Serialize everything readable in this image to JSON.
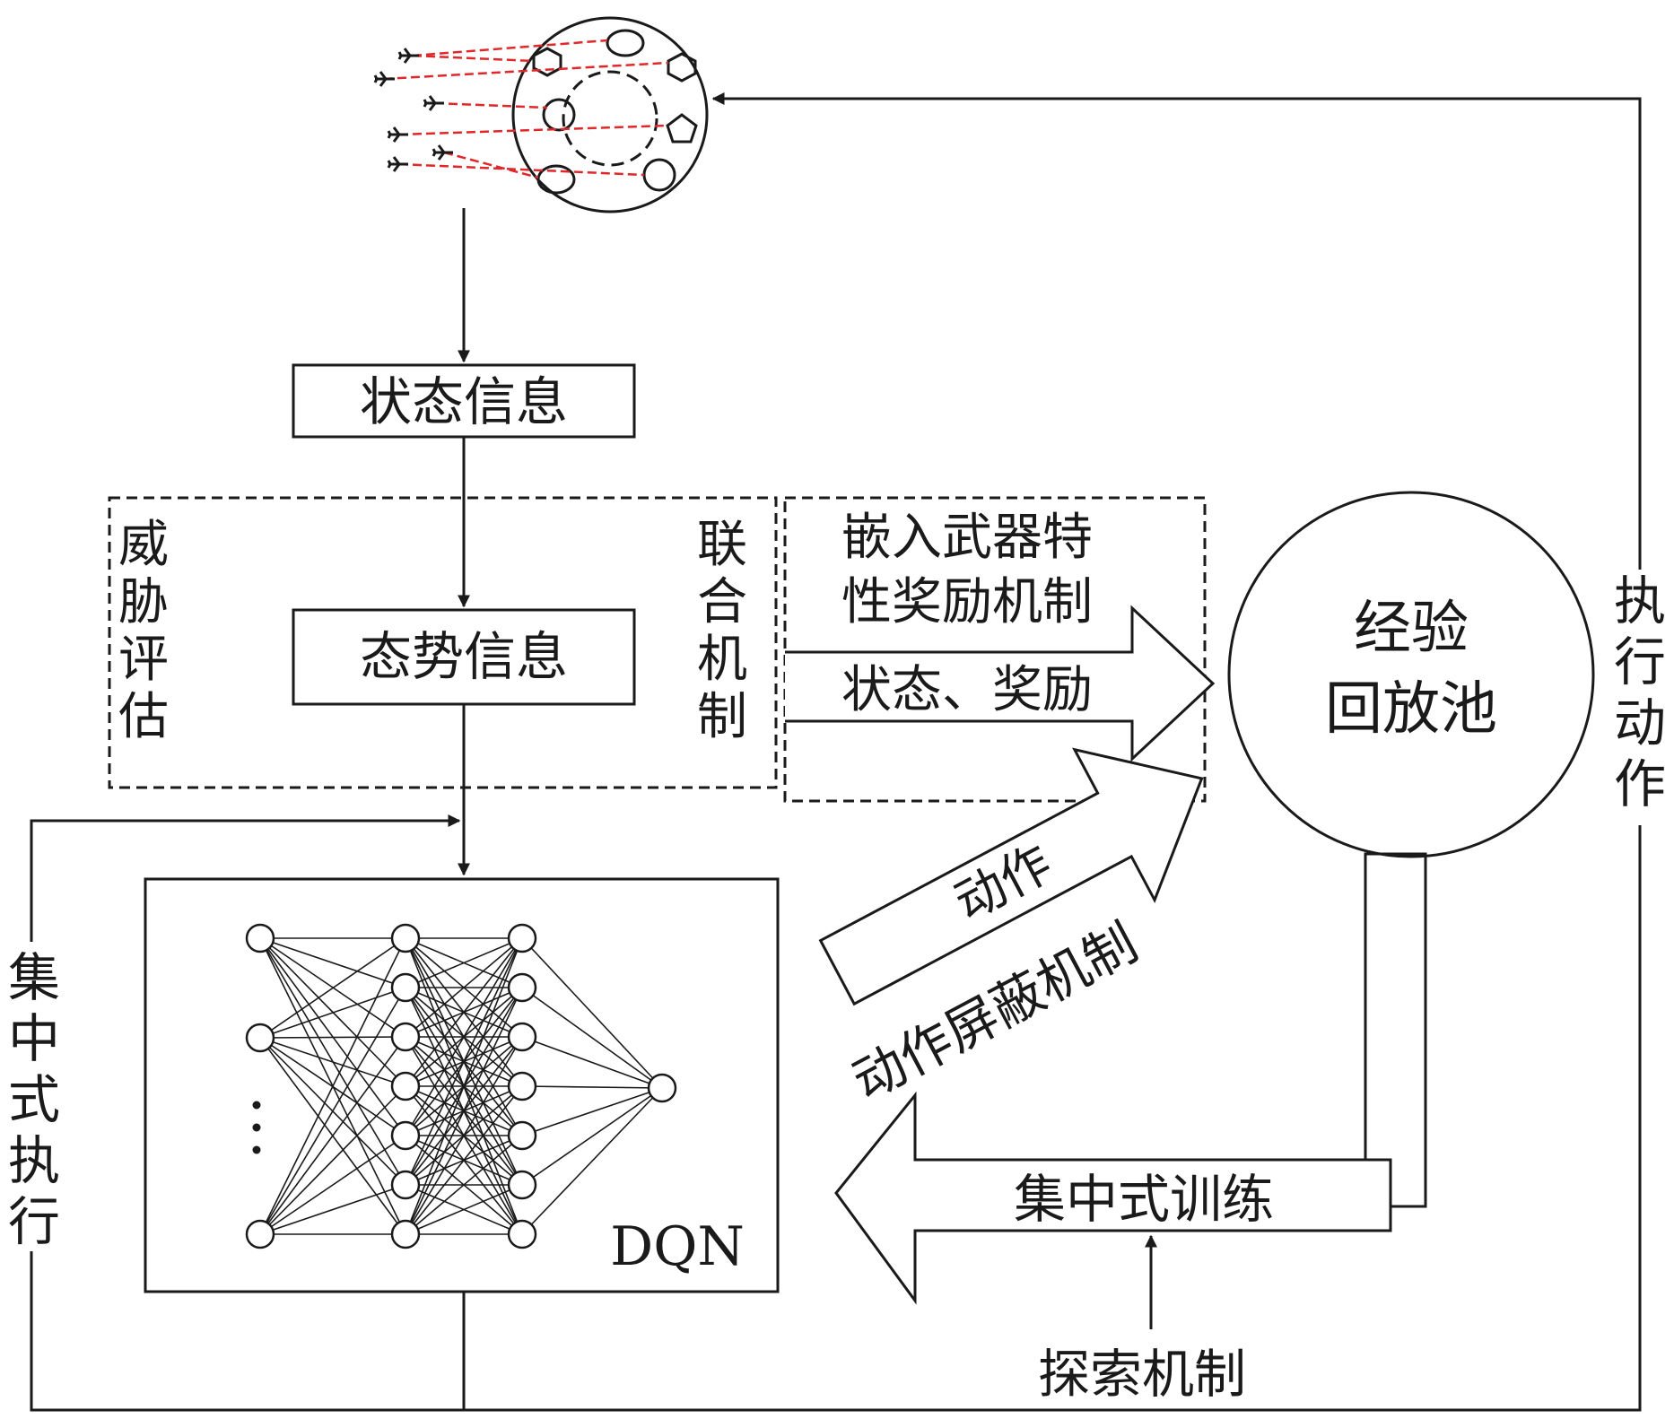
{
  "labels": {
    "state_info": "状态信息",
    "situation_info": "态势信息",
    "threat_eval": [
      "威",
      "胁",
      "评",
      "估"
    ],
    "joint_mech": [
      "联",
      "合",
      "机",
      "制"
    ],
    "reward_mech_line1": "嵌入武器特",
    "reward_mech_line2": "性奖励机制",
    "state_reward": "状态、奖励",
    "replay_pool_line1": "经验",
    "replay_pool_line2": "回放池",
    "execute_action": [
      "执",
      "行",
      "动",
      "作"
    ],
    "central_exec": [
      "集",
      "中",
      "式",
      "执",
      "行"
    ],
    "action": "动作",
    "action_mask": "动作屏蔽机制",
    "central_train": "集中式训练",
    "explore_mech": "探索机制",
    "dqn": "DQN"
  },
  "network": {
    "layers": [
      3,
      7,
      7,
      1
    ],
    "ellipsis": true
  },
  "colors": {
    "line": "#1a1a1a",
    "laser": "#e0282a"
  }
}
